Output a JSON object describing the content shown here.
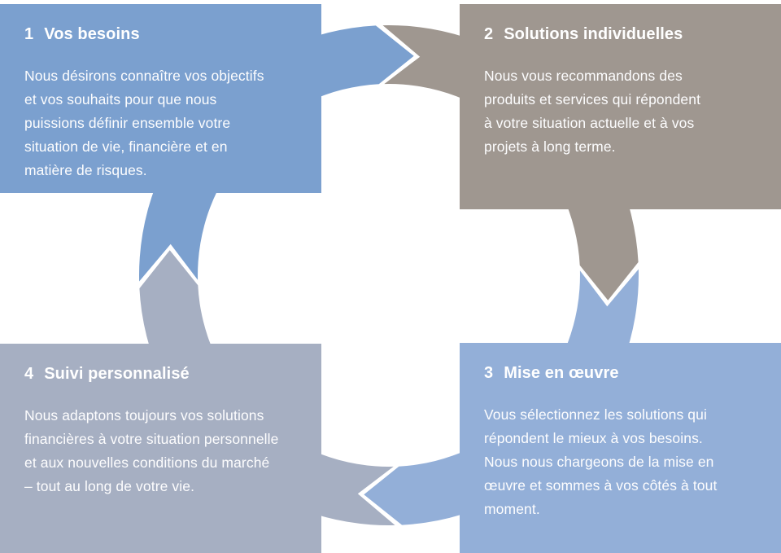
{
  "diagram": {
    "type": "cycle",
    "language": "fr",
    "background_color": "#ffffff",
    "text_color": "#ffffff"
  },
  "steps": [
    {
      "number": "1",
      "title": "Vos besoins",
      "body": [
        "Nous désirons connaître vos objectifs",
        "et vos souhaits pour que nous",
        "puissions définir ensemble votre",
        "situation de vie, financière et en",
        "matière de risques."
      ],
      "color": "#7BA0CF",
      "position": "top-left"
    },
    {
      "number": "2",
      "title": "Solutions individuelles",
      "body": [
        "Nous vous recommandons des",
        "produits et services qui répondent",
        "à votre situation actuelle et à vos",
        "projets à long terme."
      ],
      "color": "#9F9790",
      "position": "top-right"
    },
    {
      "number": "3",
      "title": "Mise en œuvre",
      "body": [
        "Vous sélectionnez les solutions qui",
        "répondent le mieux à vos besoins.",
        "Nous nous chargeons de la mise en",
        "œuvre et sommes à vos côtés à tout",
        "moment."
      ],
      "color": "#93AFD8",
      "position": "bottom-right"
    },
    {
      "number": "4",
      "title": "Suivi personnalisé",
      "body": [
        "Nous adaptons toujours vos solutions",
        "financières à votre situation personnelle",
        "et aux nouvelles conditions du marché",
        "– tout au long de votre vie."
      ],
      "color": "#A6AFC2",
      "position": "bottom-left"
    }
  ],
  "ring": {
    "flow": "clockwise",
    "gap_color": "#ffffff",
    "segments": [
      {
        "name": "arrow-step1-to-step2",
        "color": "#7BA0CF"
      },
      {
        "name": "arrow-step2-to-step3",
        "color": "#9F9790"
      },
      {
        "name": "arrow-step3-to-step4",
        "color": "#93AFD8"
      },
      {
        "name": "arrow-step4-to-step1",
        "color": "#A6AFC2"
      }
    ]
  }
}
